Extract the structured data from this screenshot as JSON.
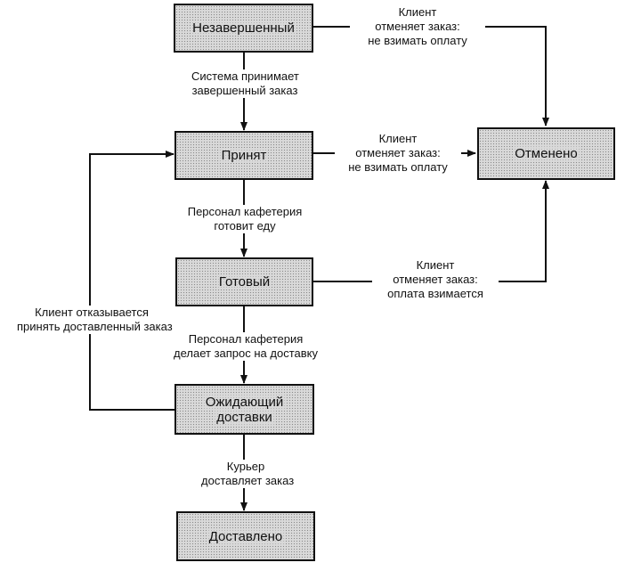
{
  "diagram": {
    "states": {
      "incomplete": "Незавершенный",
      "accepted": "Принят",
      "cancelled": "Отменено",
      "ready": "Готовый",
      "awaiting_delivery": [
        "Ожидающий",
        "доставки"
      ],
      "delivered": "Доставлено"
    },
    "transitions": {
      "incomplete_to_accepted": [
        "Система принимает",
        "завершенный заказ"
      ],
      "incomplete_to_cancelled": [
        "Клиент",
        "отменяет заказ:",
        "не взимать оплату"
      ],
      "accepted_to_cancelled": [
        "Клиент",
        "отменяет заказ:",
        "не взимать оплату"
      ],
      "accepted_to_ready": [
        "Персонал кафетерия",
        "готовит еду"
      ],
      "ready_to_cancelled": [
        "Клиент",
        "отменяет заказ:",
        "оплата взимается"
      ],
      "ready_to_awaiting": [
        "Персонал кафетерия",
        "делает запрос на доставку"
      ],
      "awaiting_to_accepted": [
        "Клиент отказывается",
        "принять доставленный заказ"
      ],
      "awaiting_to_delivered": [
        "Курьер",
        "доставляет заказ"
      ]
    },
    "colors": {
      "state_fill": "#d9d9d9",
      "line": "#111111"
    }
  }
}
